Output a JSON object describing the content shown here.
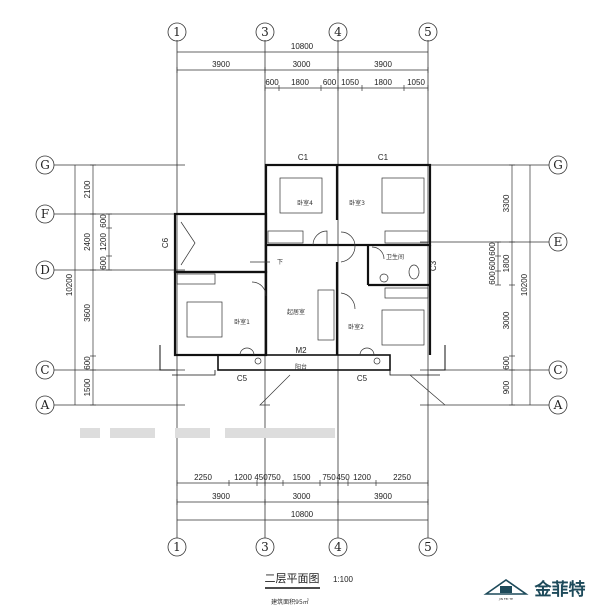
{
  "axes": {
    "vertical": [
      "1",
      "3",
      "4",
      "5"
    ],
    "left": [
      "G",
      "F",
      "D",
      "C",
      "A"
    ],
    "right": [
      "G",
      "E",
      "C",
      "A"
    ]
  },
  "dims": {
    "top_total": "10800",
    "top_bays": [
      "3900",
      "3000",
      "3900"
    ],
    "top_detail": [
      "600",
      "1800",
      "600",
      "1050",
      "1800",
      "1050"
    ],
    "bottom_detail": [
      "2250",
      "1200",
      "450",
      "750",
      "1500",
      "750",
      "450",
      "1200",
      "2250"
    ],
    "bottom_bays": [
      "3900",
      "3000",
      "3900"
    ],
    "bottom_total": "10800",
    "left_total": "10200",
    "left_bays": [
      "2100",
      "2400",
      "3600",
      "600",
      "1500"
    ],
    "left_detail": [
      "600",
      "1200",
      "600"
    ],
    "right_total": "10200",
    "right_bays": [
      "3300",
      "1800",
      "3000",
      "600",
      "900"
    ],
    "right_detail": [
      "600",
      "600",
      "600"
    ]
  },
  "rooms": {
    "bedroom4": "卧室4",
    "bedroom3": "卧室3",
    "bathroom": "卫生间",
    "living": "起居室",
    "bedroom1": "卧室1",
    "bedroom2": "卧室2",
    "balcony": "阳台",
    "stairs_down": "下"
  },
  "openings": {
    "c1_left": "C1",
    "c1_right": "C1",
    "c6": "C6",
    "c3": "C3",
    "m2": "M2",
    "c5_left": "C5",
    "c5_right": "C5"
  },
  "title": {
    "name": "二层平面图",
    "scale": "1:100",
    "area": "建筑面积95㎡"
  },
  "logo": {
    "text": "金菲特",
    "sub": "JIN FEI TE"
  }
}
